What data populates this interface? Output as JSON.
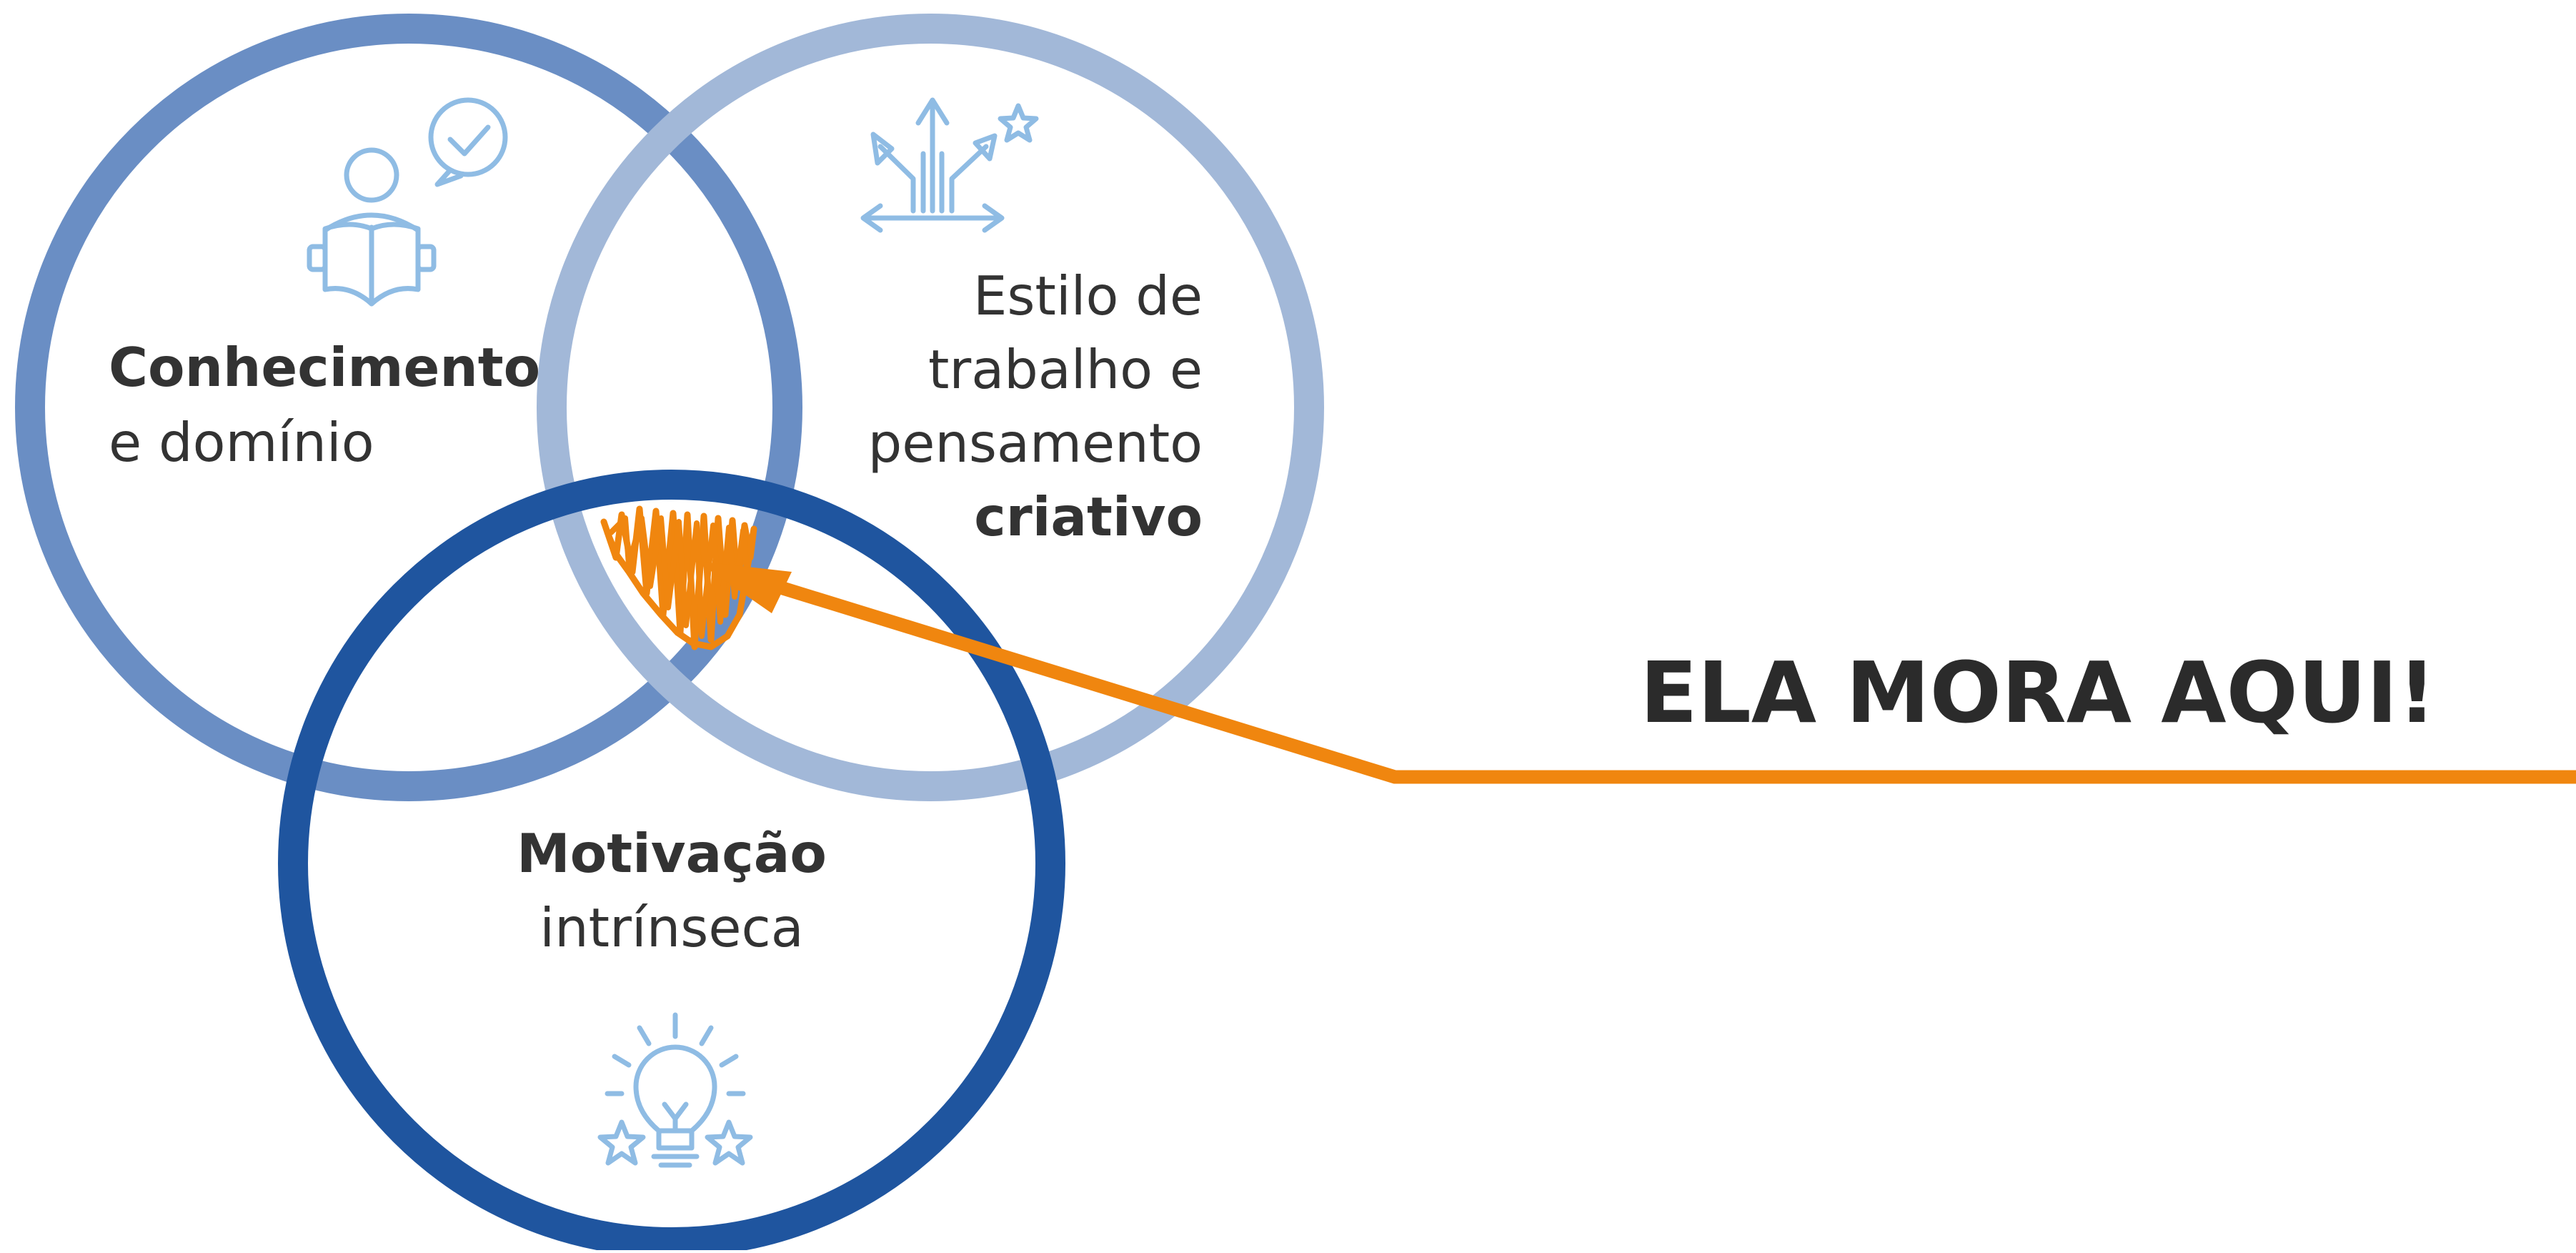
{
  "circles": {
    "knowledge": {
      "title": "Conhecimento",
      "subtitle": "e domínio",
      "icon": "person-reading-book-icon",
      "color": "#6a8ec4"
    },
    "creative": {
      "line1": "Estilo de",
      "line2": "trabalho e",
      "line3": "pensamento",
      "line4": "criativo",
      "icon": "diverging-arrows-icon",
      "color": "#a2b8d8"
    },
    "motivation": {
      "title": "Motivação",
      "subtitle": "intrínseca",
      "icon": "lightbulb-stars-icon",
      "color": "#1f559f"
    }
  },
  "callout": {
    "text": "ELA MORA AQUI!",
    "color": "#f0860f"
  },
  "icon_color": "#8fbce4",
  "text_color": "#333333"
}
